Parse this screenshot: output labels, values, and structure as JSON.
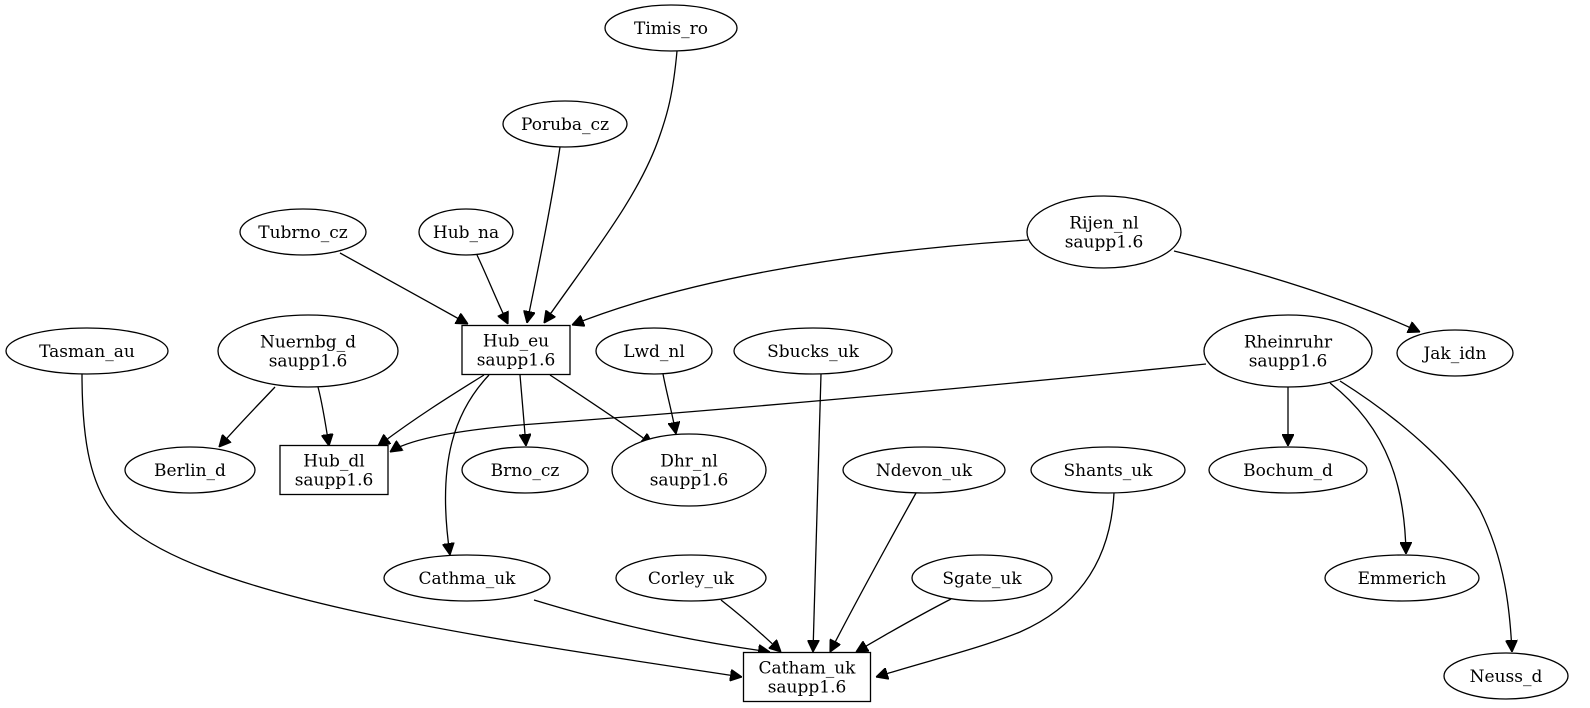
{
  "nodes": [
    {
      "id": "timis_ro",
      "shape": "ellipse",
      "lines": [
        "Timis_ro"
      ]
    },
    {
      "id": "poruba_cz",
      "shape": "ellipse",
      "lines": [
        "Poruba_cz"
      ]
    },
    {
      "id": "tubrno_cz",
      "shape": "ellipse",
      "lines": [
        "Tubrno_cz"
      ]
    },
    {
      "id": "hub_na",
      "shape": "ellipse",
      "lines": [
        "Hub_na"
      ]
    },
    {
      "id": "rijen_nl",
      "shape": "ellipse",
      "lines": [
        "Rijen_nl",
        "saupp1.6"
      ]
    },
    {
      "id": "tasman_au",
      "shape": "ellipse",
      "lines": [
        "Tasman_au"
      ]
    },
    {
      "id": "nuernbg_d",
      "shape": "ellipse",
      "lines": [
        "Nuernbg_d",
        "saupp1.6"
      ]
    },
    {
      "id": "hub_eu",
      "shape": "box",
      "lines": [
        "Hub_eu",
        "saupp1.6"
      ]
    },
    {
      "id": "lwd_nl",
      "shape": "ellipse",
      "lines": [
        "Lwd_nl"
      ]
    },
    {
      "id": "sbucks_uk",
      "shape": "ellipse",
      "lines": [
        "Sbucks_uk"
      ]
    },
    {
      "id": "rheinruhr",
      "shape": "ellipse",
      "lines": [
        "Rheinruhr",
        "saupp1.6"
      ]
    },
    {
      "id": "jak_idn",
      "shape": "ellipse",
      "lines": [
        "Jak_idn"
      ]
    },
    {
      "id": "berlin_d",
      "shape": "ellipse",
      "lines": [
        "Berlin_d"
      ]
    },
    {
      "id": "hub_dl",
      "shape": "box",
      "lines": [
        "Hub_dl",
        "saupp1.6"
      ]
    },
    {
      "id": "brno_cz",
      "shape": "ellipse",
      "lines": [
        "Brno_cz"
      ]
    },
    {
      "id": "dhr_nl",
      "shape": "ellipse",
      "lines": [
        "Dhr_nl",
        "saupp1.6"
      ]
    },
    {
      "id": "ndevon_uk",
      "shape": "ellipse",
      "lines": [
        "Ndevon_uk"
      ]
    },
    {
      "id": "shants_uk",
      "shape": "ellipse",
      "lines": [
        "Shants_uk"
      ]
    },
    {
      "id": "bochum_d",
      "shape": "ellipse",
      "lines": [
        "Bochum_d"
      ]
    },
    {
      "id": "cathma_uk",
      "shape": "ellipse",
      "lines": [
        "Cathma_uk"
      ]
    },
    {
      "id": "corley_uk",
      "shape": "ellipse",
      "lines": [
        "Corley_uk"
      ]
    },
    {
      "id": "sgate_uk",
      "shape": "ellipse",
      "lines": [
        "Sgate_uk"
      ]
    },
    {
      "id": "emmerich",
      "shape": "ellipse",
      "lines": [
        "Emmerich"
      ]
    },
    {
      "id": "catham_uk",
      "shape": "box",
      "lines": [
        "Catham_uk",
        "saupp1.6"
      ]
    },
    {
      "id": "neuss_d",
      "shape": "ellipse",
      "lines": [
        "Neuss_d"
      ]
    }
  ],
  "edges": [
    {
      "from": "timis_ro",
      "to": "hub_eu"
    },
    {
      "from": "poruba_cz",
      "to": "hub_eu"
    },
    {
      "from": "tubrno_cz",
      "to": "hub_eu"
    },
    {
      "from": "hub_na",
      "to": "hub_eu"
    },
    {
      "from": "rijen_nl",
      "to": "hub_eu"
    },
    {
      "from": "rijen_nl",
      "to": "jak_idn"
    },
    {
      "from": "nuernbg_d",
      "to": "berlin_d"
    },
    {
      "from": "nuernbg_d",
      "to": "hub_dl"
    },
    {
      "from": "hub_eu",
      "to": "hub_dl"
    },
    {
      "from": "hub_eu",
      "to": "brno_cz"
    },
    {
      "from": "hub_eu",
      "to": "dhr_nl"
    },
    {
      "from": "hub_eu",
      "to": "cathma_uk"
    },
    {
      "from": "lwd_nl",
      "to": "dhr_nl"
    },
    {
      "from": "rheinruhr",
      "to": "hub_dl"
    },
    {
      "from": "rheinruhr",
      "to": "bochum_d"
    },
    {
      "from": "rheinruhr",
      "to": "emmerich"
    },
    {
      "from": "rheinruhr",
      "to": "neuss_d"
    },
    {
      "from": "tasman_au",
      "to": "catham_uk"
    },
    {
      "from": "sbucks_uk",
      "to": "catham_uk"
    },
    {
      "from": "cathma_uk",
      "to": "catham_uk"
    },
    {
      "from": "corley_uk",
      "to": "catham_uk"
    },
    {
      "from": "ndevon_uk",
      "to": "catham_uk"
    },
    {
      "from": "sgate_uk",
      "to": "catham_uk"
    },
    {
      "from": "shants_uk",
      "to": "catham_uk"
    }
  ]
}
